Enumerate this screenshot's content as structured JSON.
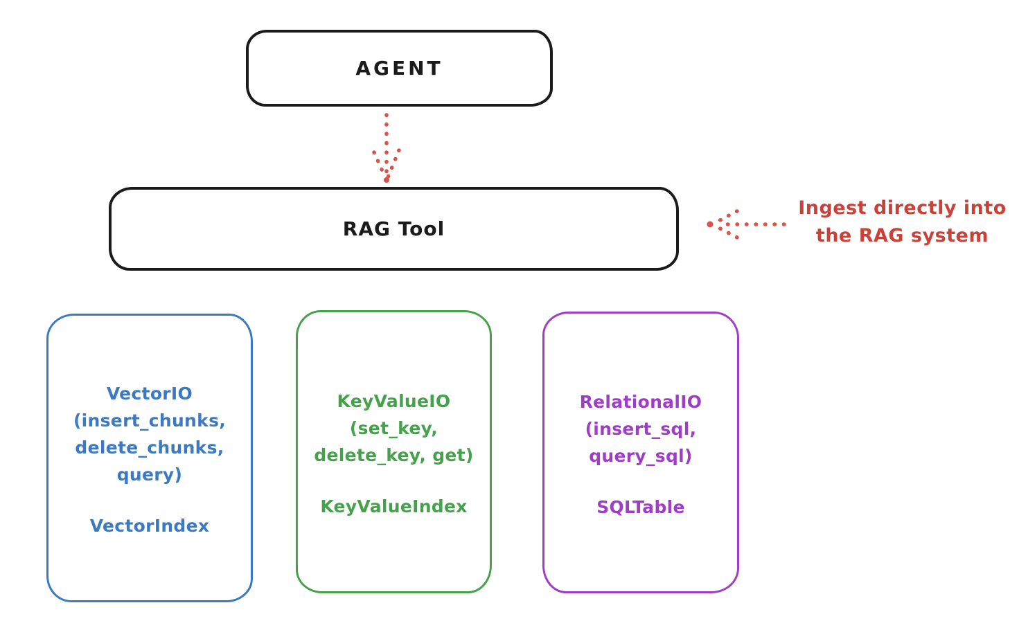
{
  "diagram": {
    "agent": {
      "label": "AGENT"
    },
    "rag_tool": {
      "label": "RAG Tool"
    },
    "annotation": {
      "text": "Ingest directly into\nthe RAG system",
      "color": "#c8423a"
    },
    "io_boxes": [
      {
        "name": "vector-io",
        "color": "#3b7ac2",
        "body": "VectorIO\n(insert_chunks,\ndelete_chunks,\nquery)",
        "index": "VectorIndex"
      },
      {
        "name": "keyvalue-io",
        "color": "#46a14c",
        "body": "KeyValueIO\n(set_key,\ndelete_key, get)",
        "index": "KeyValueIndex"
      },
      {
        "name": "relational-io",
        "color": "#9e3ec6",
        "body": "RelationalIO\n(insert_sql,\nquery_sql)",
        "index": "SQLTable"
      }
    ],
    "colors": {
      "stroke": "#1b1b1b",
      "arrow_red": "#d9534a",
      "background": "#ffffff"
    }
  }
}
